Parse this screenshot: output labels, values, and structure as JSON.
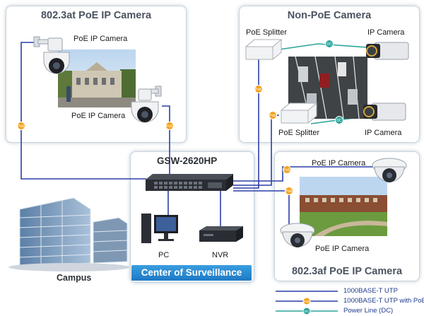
{
  "panels": {
    "poe_at": {
      "title": "802.3at PoE IP Camera",
      "camera_top_label": "PoE IP Camera",
      "camera_bottom_label": "PoE IP Camera"
    },
    "non_poe": {
      "title": "Non-PoE Camera",
      "splitter_top_label": "PoE Splitter",
      "camera_top_label": "IP Camera",
      "splitter_bottom_label": "PoE Splitter",
      "camera_bottom_label": "IP Camera"
    },
    "center": {
      "switch_label": "GSW-2620HP",
      "pc_label": "PC",
      "nvr_label": "NVR",
      "banner": "Center of Surveillance"
    },
    "poe_af": {
      "title": "802.3af PoE IP Camera",
      "camera_top_label": "PoE IP Camera",
      "camera_bottom_label": "PoE IP Camera"
    }
  },
  "campus_label": "Campus",
  "badges": {
    "poe": "PoE",
    "dc": "DC"
  },
  "legend": [
    {
      "label": "1000BASE-T UTP",
      "type": "utp"
    },
    {
      "label": "1000BASE-T UTP with PoE",
      "type": "poe"
    },
    {
      "label": "Power Line (DC)",
      "type": "dc"
    }
  ],
  "colors": {
    "utp_line": "#2b3fa8",
    "poe_badge": "#f5a21b",
    "dc_line": "#2aa59a",
    "banner": "#1f79c4"
  }
}
